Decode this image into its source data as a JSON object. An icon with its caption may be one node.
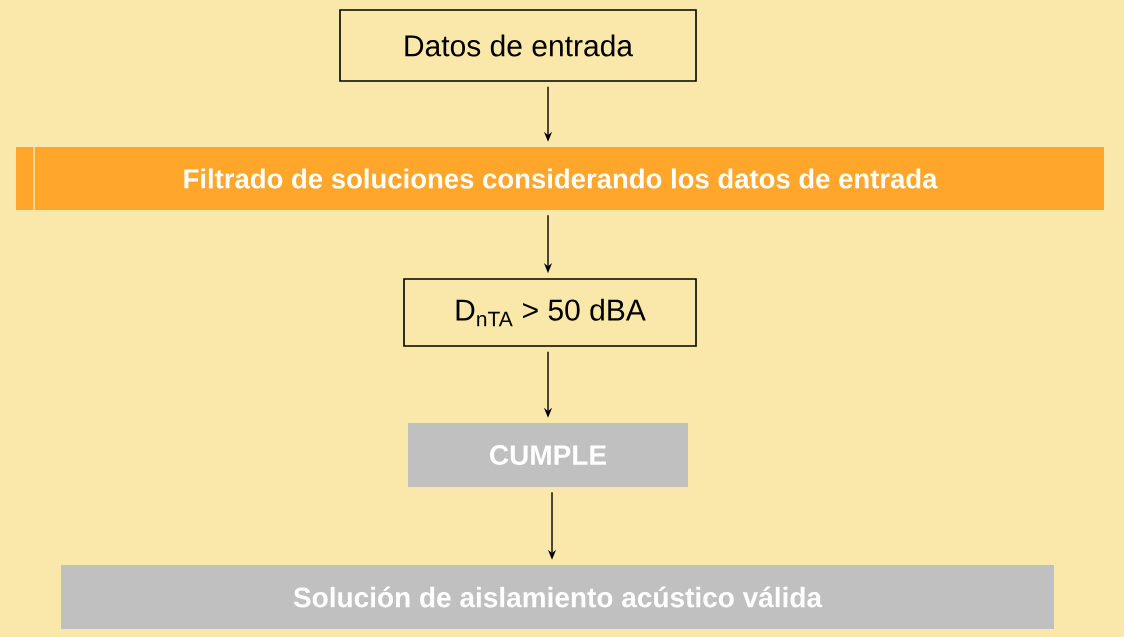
{
  "diagram": {
    "nodes": [
      {
        "text": [
          "Datos de entrada"
        ]
      },
      {
        "text": [
          "Filtrado de soluciones considerando los datos de entrada"
        ]
      },
      {
        "text": [
          "D$_{nTA}$ > 50 dBA"
        ]
      },
      {
        "text": [
          "CUMPLE"
        ]
      },
      {
        "text": [
          "Solución de aislamiento acústico válida"
        ]
      }
    ],
    "edges": [
      {
        "from": 0,
        "to": 1,
        "arrow": "to"
      },
      {
        "from": 1,
        "to": 2,
        "arrow": "to"
      },
      {
        "from": 2,
        "to": 3,
        "arrow": "to"
      },
      {
        "from": 3,
        "to": 4,
        "arrow": "to"
      }
    ]
  }
}
